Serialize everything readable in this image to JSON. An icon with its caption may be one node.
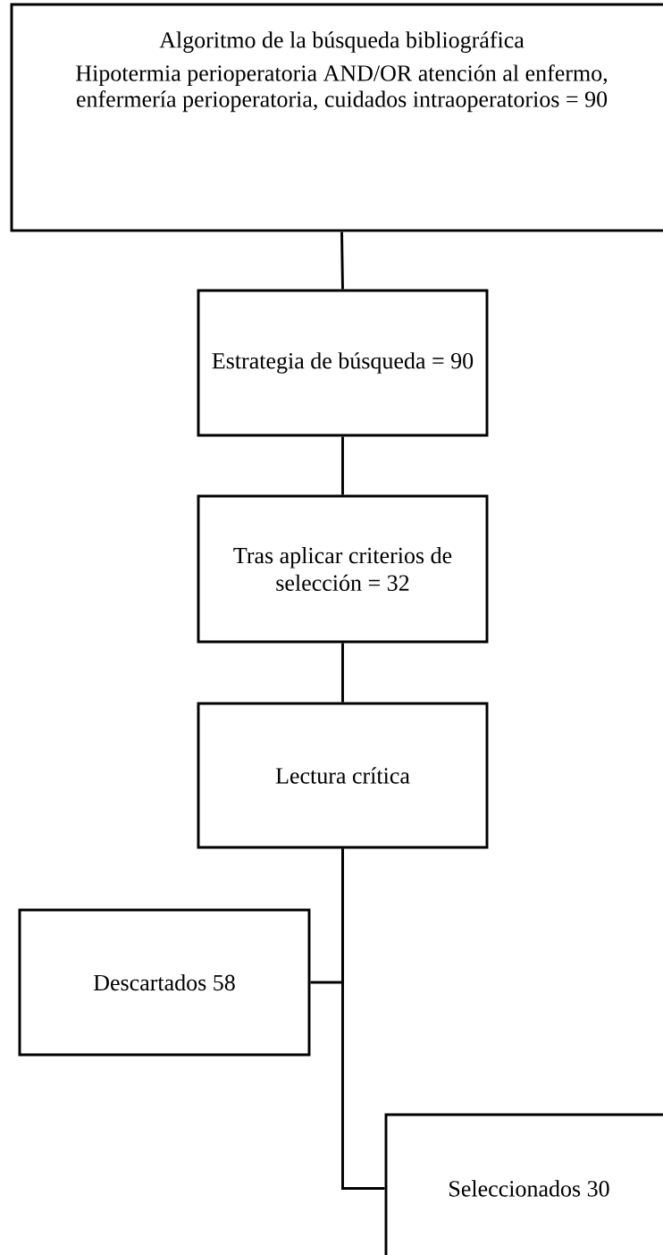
{
  "diagram": {
    "nodes": [
      {
        "text": [
          "Algoritmo de la búsqueda bibliográfica",
          "Hipotermia perioperatoria AND/OR  atención al enfermo, enfermería perioperatoria, cuidados intraoperatorios = 90"
        ]
      },
      {
        "text": [
          "Estrategia de búsqueda = 90"
        ]
      },
      {
        "text": [
          "Tras aplicar criterios de selección = 32"
        ]
      },
      {
        "text": [
          "Lectura crítica"
        ]
      },
      {
        "text": [
          "Descartados 58"
        ]
      },
      {
        "text": [
          "Seleccionados 30"
        ]
      }
    ],
    "edges": [
      {
        "from": 0,
        "to": 1,
        "arrow": "none"
      },
      {
        "from": 1,
        "to": 2,
        "arrow": "none"
      },
      {
        "from": 2,
        "to": 3,
        "arrow": "none"
      },
      {
        "from": 3,
        "to": 4,
        "arrow": "none"
      },
      {
        "from": 3,
        "to": 5,
        "arrow": "none"
      }
    ]
  }
}
